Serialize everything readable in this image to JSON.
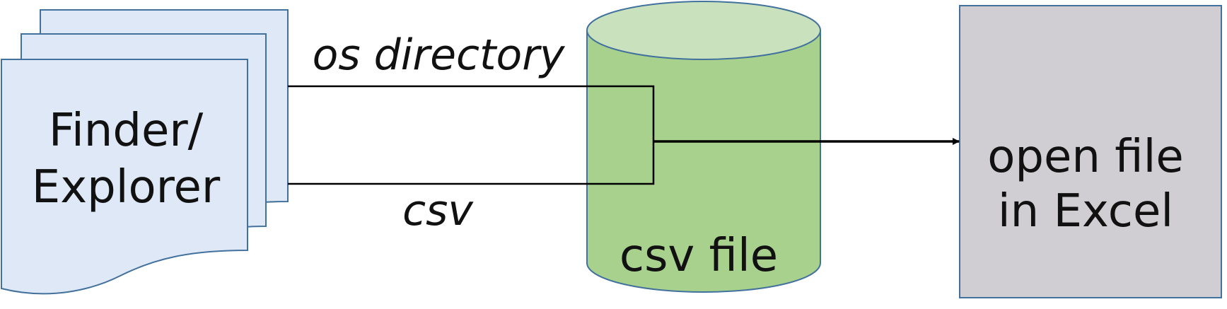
{
  "nodes": {
    "finder_explorer": {
      "lines": [
        "Finder/",
        "Explorer"
      ]
    },
    "csv_file": {
      "label": "csv file"
    },
    "open_excel": {
      "lines": [
        "open file",
        "in Excel"
      ]
    }
  },
  "edges": {
    "top_label": "os directory",
    "bottom_label": "csv"
  },
  "colors": {
    "document_fill": "#dee8f6",
    "cylinder_fill": "#a9d18e",
    "cylinder_top_fill": "#c9e2bd",
    "box_fill": "#d0ced2",
    "outline": "#41719c",
    "connector": "#000000"
  }
}
